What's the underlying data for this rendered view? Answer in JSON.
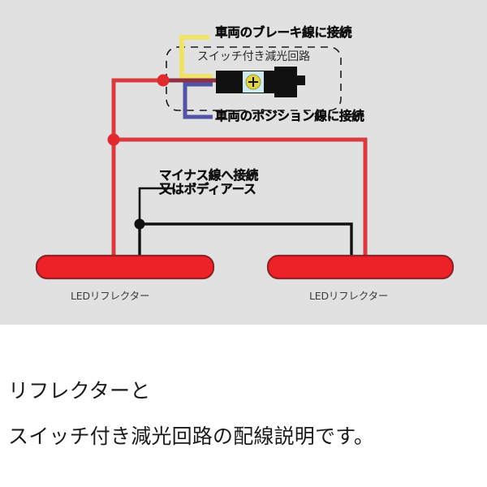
{
  "diagram": {
    "background_color": "#e1e1e1",
    "labels": {
      "brake_line": "車両のブレーキ線に接続",
      "module_name": "スイッチ付き減光回路",
      "position_line": "車両のポジション線に接続",
      "ground_line_1": "マイナス線へ接続",
      "ground_line_2": "又はボディアース",
      "reflector_left": "LEDリフレクター",
      "reflector_right": "LEDリフレクター"
    },
    "wire_colors": {
      "brake_yellow": "#efe469",
      "position_blue": "#5153a6",
      "power_red": "#d83a3f",
      "module_red": "#8e3042",
      "ground_black": "#111111",
      "reflector_red": "#ec2227",
      "reflector_outline": "#8f2327",
      "module_body": "#111111",
      "module_screw_pad": "#cdeaf0",
      "module_screw": "#e2d24a"
    },
    "module_screw_symbol": "+"
  },
  "caption": {
    "line_1": "リフレクターと",
    "line_2": "スイッチ付き減光回路の配線説明です。"
  }
}
